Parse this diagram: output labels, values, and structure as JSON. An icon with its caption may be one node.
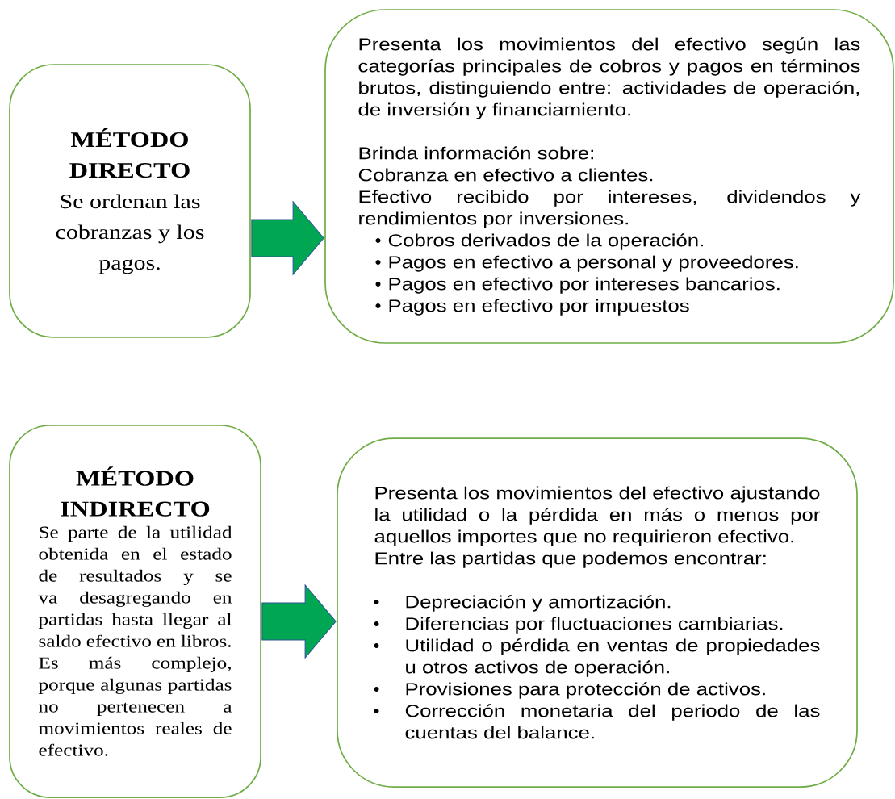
{
  "diagram": {
    "nodes": [
      {
        "text": [
          "MÉTODO DIRECTO",
          "Se ordenan las cobranzas y los pagos."
        ]
      },
      {
        "text": [
          "Presenta los movimientos del efectivo según las categorías principales de cobros y pagos en términos brutos, distinguiendo entre: actividades de operación, de inversión y financiamiento.",
          "Brinda información sobre:",
          "Cobranza en efectivo a clientes.",
          "Efectivo recibido por intereses, dividendos y rendimientos por inversiones.",
          "Cobros derivados de la operación.",
          "Pagos en efectivo a personal y proveedores.",
          "Pagos en efectivo por intereses bancarios.",
          "Pagos en efectivo por impuestos"
        ]
      },
      {
        "text": [
          "MÉTODO INDIRECTO",
          "Se parte de la utilidad obtenida en el estado de resultados y se va desagregando en partidas hasta llegar al saldo efectivo en libros. Es más complejo, porque algunas partidas no pertenecen a movimientos reales de efectivo."
        ]
      },
      {
        "text": [
          "Presenta los movimientos del efectivo ajustando la utilidad o la pérdida en más o menos por aquellos importes que no requirieron efectivo.",
          "Entre las partidas que podemos encontrar:",
          "Depreciación y amortización.",
          "Diferencias por fluctuaciones cambiarias.",
          "Utilidad o pérdida en ventas de propiedades u otros activos de operación.",
          "Provisiones para protección de activos.",
          "Corrección monetaria del periodo de las cuentas del balance."
        ]
      }
    ],
    "edges": [
      {
        "from": 0,
        "to": 1,
        "arrow": "to"
      },
      {
        "from": 2,
        "to": 3,
        "arrow": "to"
      }
    ]
  }
}
